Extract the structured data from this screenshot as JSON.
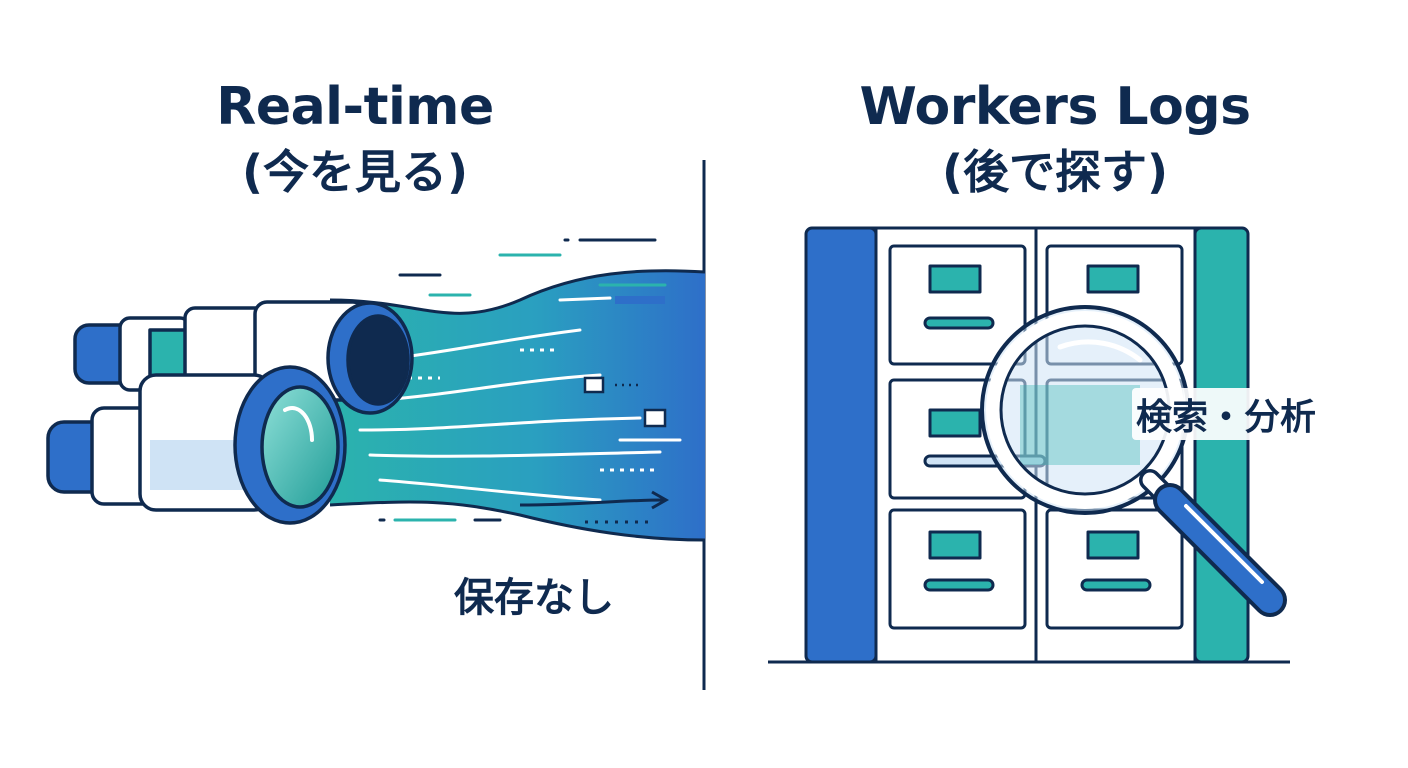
{
  "left_panel": {
    "title": "Real-time",
    "subtitle": "(今を見る)",
    "caption": "保存なし",
    "icon": "binoculars-icon"
  },
  "right_panel": {
    "title": "Workers Logs",
    "subtitle": "(後で探す)",
    "caption": "検索・分析",
    "icon": "magnifying-glass-icon",
    "cabinet_icon": "filing-cabinet-icon"
  },
  "colors": {
    "navy": "#0f2a4f",
    "blue": "#2e6fc9",
    "teal": "#2bb3ad",
    "light_blue": "#cfe3f5",
    "white": "#ffffff"
  }
}
